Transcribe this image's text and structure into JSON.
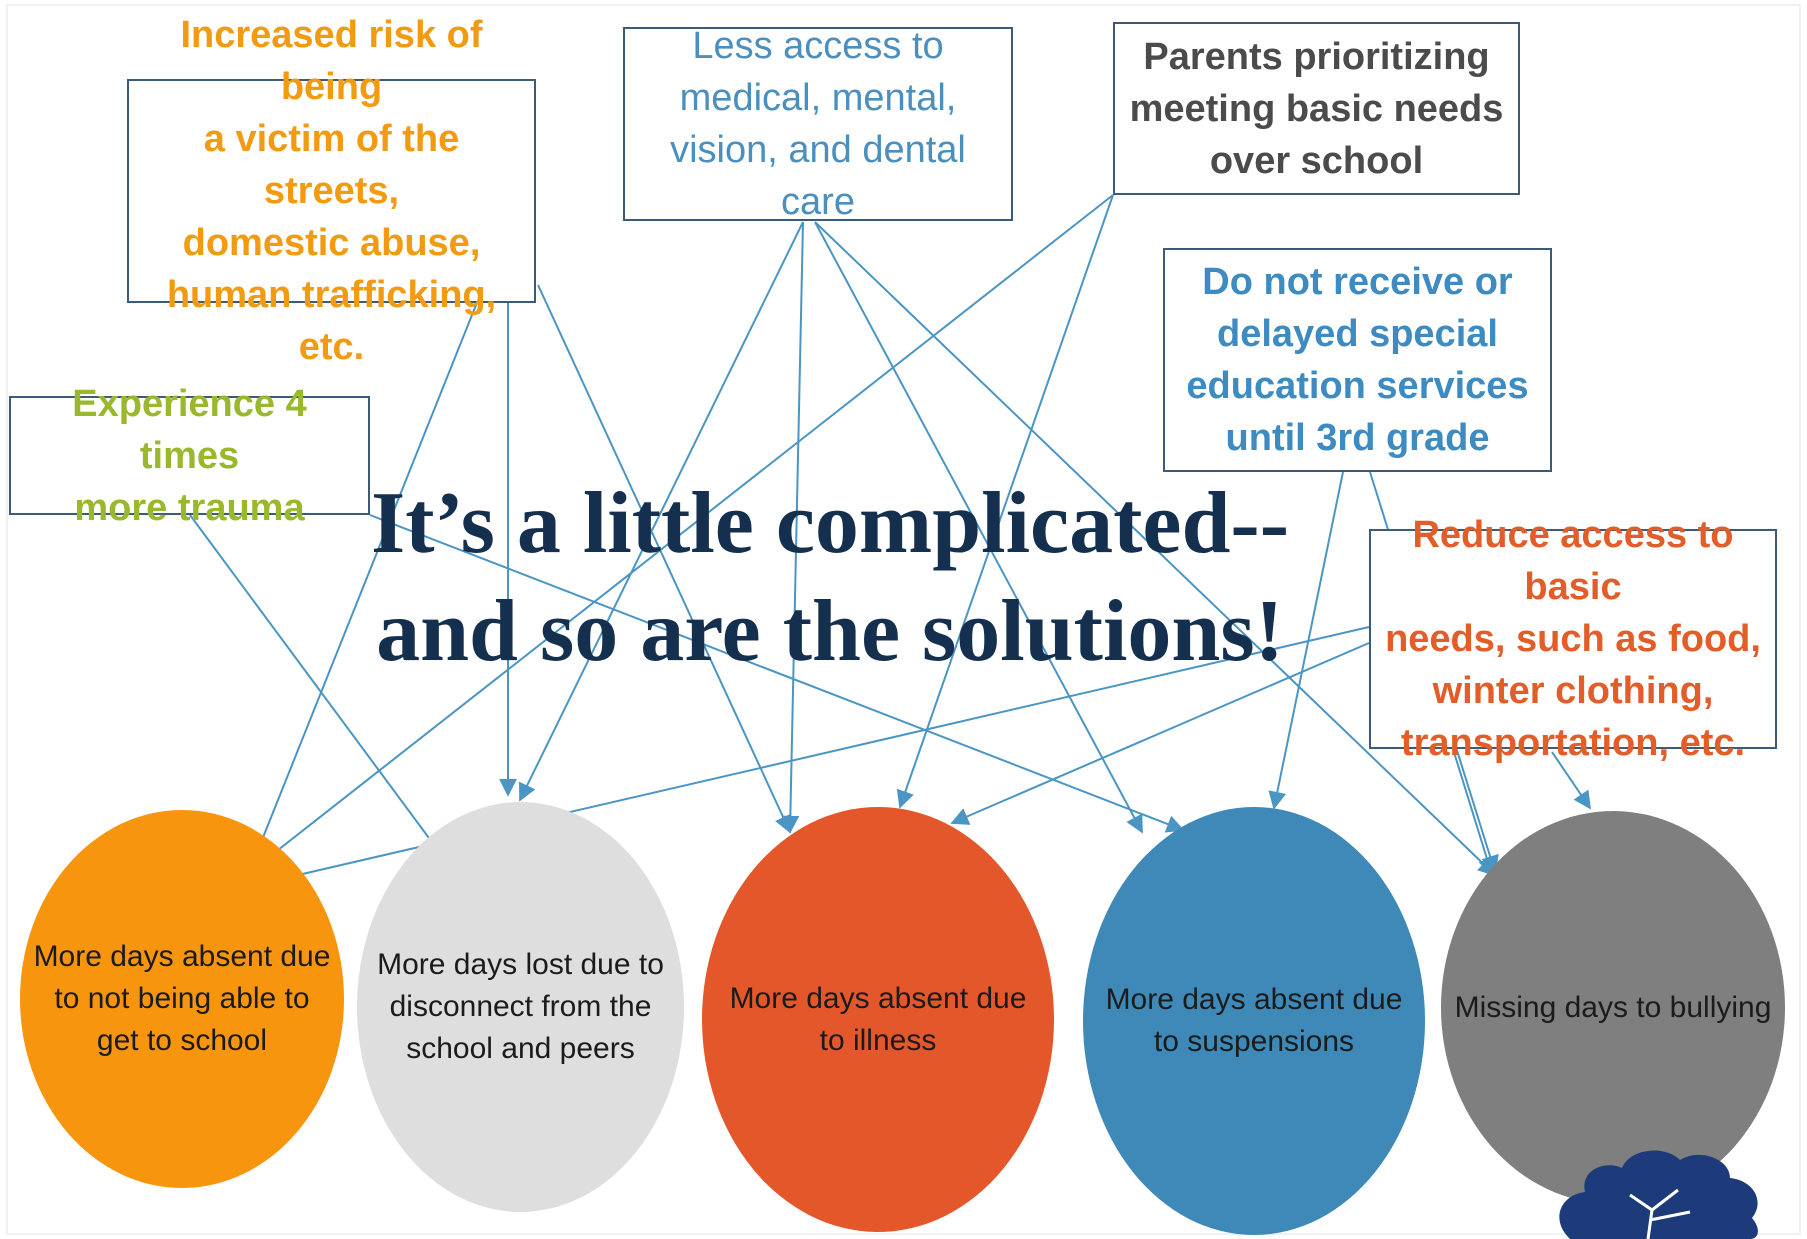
{
  "headline": {
    "line1": "It’s a little complicated--",
    "line2": "and so are the solutions!"
  },
  "causes": {
    "streets": "Increased risk of being\na victim of the streets,\ndomestic abuse,\nhuman trafficking, etc.",
    "medical": "Less access to\nmedical, mental,\nvision, and dental care",
    "parents": "Parents prioritizing\nmeeting basic needs\nover school",
    "special_ed": "Do not receive or\ndelayed special\neducation services\nuntil 3rd grade",
    "trauma": "Experience 4 times\nmore trauma",
    "basic_needs": "Reduce access to basic\nneeds, such as food,\nwinter clothing,\ntransportation, etc."
  },
  "effects": {
    "transport": "More days absent due\nto not being able to\nget to school",
    "disconnect": "More days lost due to\ndisconnect from the\nschool and peers",
    "illness": "More days absent due\nto illness",
    "suspensions": "More days absent due\nto suspensions",
    "bullying": "Missing days to bullying"
  },
  "colors": {
    "orange": "#f7950f",
    "light_grey": "#dedede",
    "red": "#e3572a",
    "blue": "#3e89b8",
    "dark_grey": "#7f7f7f",
    "arrow": "#4a95c4",
    "headline": "#14304e",
    "tree": "#1d3a7a"
  }
}
